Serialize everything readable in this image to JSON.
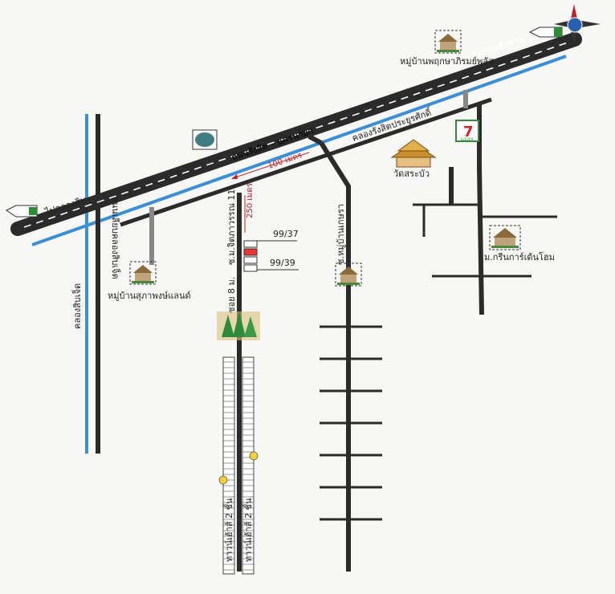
{
  "labels": {
    "highway": "ถนนรังสิต - นครนายก",
    "canal_rangsit": "คลองรังสิตประยูรศักดิ์",
    "dist_100": "100 เมตร",
    "dist_250": "250 เมตร",
    "to_klong_lam": "ไปคลองสิบสาม",
    "to_klong_sip": "ไปคลองสิบ",
    "road_klong_sip_side": "ถนนเลียบคลองสิบเจ็ด",
    "canal_sip_jed": "คลองสิบเจ็ด",
    "village_prueksa": "หมู่บ้านพฤกษาภิรมย์พลัส",
    "village_suphap": "หมู่บ้านสุภาพงษ์แลนด์",
    "village_green": "ม.กรีนการ์เด้นโฮม",
    "temple": "วัดสระบัว",
    "soi_11": "ซ.ม.จิตภาวรรณ 11",
    "soi_8": "ซอย 8 ม.",
    "soi_fah": "ซ.หมู่บ้านเกษรา",
    "addr_9937": "99/37",
    "addr_9939": "99/39",
    "plot_left": "ทาวน์เฮ้าส์ 2 ชั้น",
    "plot_right": "ทาวน์เฮ้าส์ 2 ชั้น",
    "seven_eleven": "7",
    "seven_eleven_sub": "ELEVEN"
  },
  "colors": {
    "road": "#2b2b2b",
    "canal": "#3a8fd6",
    "dist_marker": "#c0202a",
    "trees": "#2f8a3a"
  },
  "icons": [
    "compass-icon",
    "seven-eleven-icon",
    "temple-icon",
    "house-icon",
    "tree-icon",
    "arrow-sign-icon",
    "lake-icon"
  ]
}
